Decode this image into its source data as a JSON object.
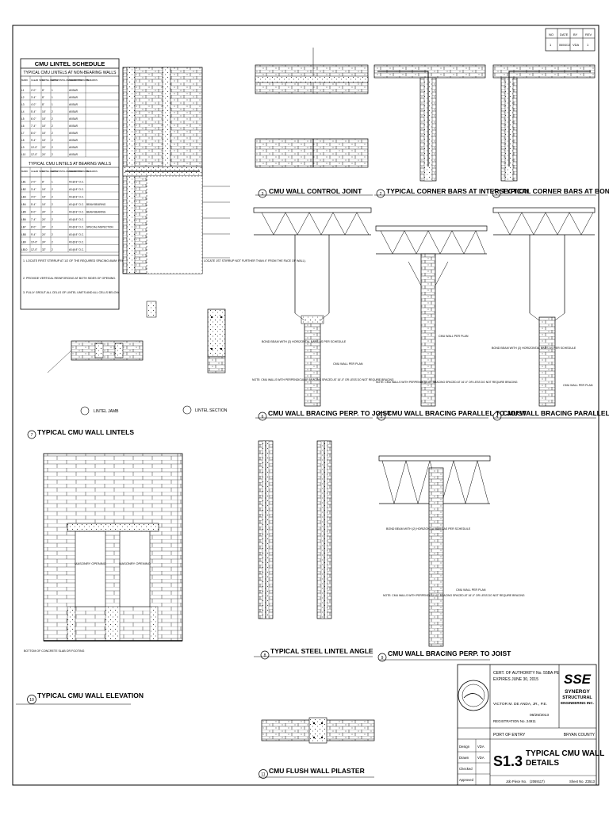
{
  "schedule": {
    "title": "CMU LINTEL SCHEDULE",
    "non_bearing_title": "TYPICAL CMU LINTELS AT NON-BEARING WALLS",
    "bearing_title": "TYPICAL CMU LINTELS AT BEARING WALLS",
    "headers": [
      "MARK",
      "CLEAR SPAN",
      "LINTEL DEPTH",
      "HORIZONTAL REINFORCING",
      "SHEAR STIRRUPS",
      "REMARKS"
    ],
    "non_bearing_rows": [
      [
        "L1",
        "2'-0\"",
        "8\"",
        "1",
        "#5 BAR",
        ""
      ],
      [
        "L2",
        "3'-4\"",
        "8\"",
        "1",
        "#5 BAR",
        ""
      ],
      [
        "L3",
        "4'-0\"",
        "8\"",
        "1",
        "#5 BAR",
        ""
      ],
      [
        "L4",
        "5'-4\"",
        "16\"",
        "2",
        "#5 BAR",
        ""
      ],
      [
        "L5",
        "6'-0\"",
        "16\"",
        "2",
        "#5 BAR",
        ""
      ],
      [
        "L6",
        "7'-4\"",
        "16\"",
        "2",
        "#5 BAR",
        ""
      ],
      [
        "L7",
        "8'-0\"",
        "16\"",
        "2",
        "#5 BAR",
        ""
      ],
      [
        "L8",
        "9'-4\"",
        "16\"",
        "2",
        "#5 BAR",
        ""
      ],
      [
        "L9",
        "10'-0\"",
        "24\"",
        "2",
        "#5 BAR",
        ""
      ],
      [
        "L10",
        "12'-0\"",
        "24\"",
        "2",
        "#5 BAR",
        ""
      ]
    ],
    "bearing_rows": [
      [
        "LB1",
        "2'-0\"",
        "8\"",
        "1",
        "#3 @ 8\" O.C.",
        ""
      ],
      [
        "LB2",
        "3'-4\"",
        "16\"",
        "2",
        "#3 @ 8\" O.C.",
        ""
      ],
      [
        "LB3",
        "4'-0\"",
        "16\"",
        "2",
        "#3 @ 8\" O.C.",
        ""
      ],
      [
        "LB4",
        "5'-4\"",
        "16\"",
        "2",
        "#3 @ 8\" O.C.",
        "BEAM BEARING"
      ],
      [
        "LB5",
        "6'-0\"",
        "24\"",
        "2",
        "#3 @ 8\" O.C.",
        "BEAM BEARING"
      ],
      [
        "LB6",
        "7'-4\"",
        "24\"",
        "2",
        "#3 @ 8\" O.C.",
        ""
      ],
      [
        "LB7",
        "8'-0\"",
        "24\"",
        "2",
        "#3 @ 8\" O.C.",
        "SPECIAL INSPECTION"
      ],
      [
        "LB8",
        "9'-4\"",
        "24\"",
        "2",
        "#3 @ 8\" O.C.",
        ""
      ],
      [
        "LB9",
        "10'-0\"",
        "24\"",
        "2",
        "#3 @ 8\" O.C.",
        ""
      ],
      [
        "LB10",
        "12'-0\"",
        "32\"",
        "2",
        "#3 @ 8\" O.C.",
        ""
      ]
    ],
    "notes": [
      "1. LOCATE FIRST STIRRUP AT 1/2 OF THE REQUIRED SPACING AWAY FROM THE FACE OF WALL SUPPORT (I.E. AT 8\" O.C. SPACING, LOCATE 1ST STIRRUP NOT FURTHER THAN 4\" FROM THE FACE OF WALL).",
      "2. PROVIDE VERTICAL REINFORCING AT BOTH SIDES OF OPENING.",
      "3. FULLY GROUT ALL CELLS OF LINTEL UNITS AND ALL CELLS BELOW."
    ]
  },
  "details": {
    "d1": {
      "num": "1",
      "title": "TYPICAL CORNER BARS AT BOND BEAMS"
    },
    "d2": {
      "num": "2",
      "title": "TYPICAL CORNER BARS AT INTERSECTION"
    },
    "d3": {
      "num": "3",
      "title": "CMU WALL CONTROL JOINT"
    },
    "d4": {
      "num": "4",
      "title": "CMU WALL BRACING PARALLEL TO JOIST"
    },
    "d5": {
      "num": "5",
      "title": "CMU WALL BRACING PARALLEL TO JOIST"
    },
    "d6": {
      "num": "6",
      "title": "CMU WALL BRACING PERP. TO JOIST"
    },
    "d7": {
      "num": "7",
      "title": "TYPICAL CMU WALL LINTELS"
    },
    "d8": {
      "num": "8",
      "title": "TYPICAL STEEL LINTEL ANGLE"
    },
    "d9": {
      "num": "9",
      "title": "CMU WALL BRACING PERP. TO JOIST"
    },
    "d10": {
      "num": "10",
      "title": "TYPICAL CMU WALL ELEVATION"
    },
    "d11": {
      "num": "11",
      "title": "CMU FLUSH WALL PILASTER"
    },
    "lintel_jamb": "LINTEL JAMB",
    "lintel_section": "LINTEL SECTION"
  },
  "notes": {
    "bond_beam": "BOND BEAM WITH (2) HORIZONTAL BARS AS PER SCHEDULE",
    "cmu_wall_per_plan": "CMU WALL PER PLAN",
    "masonry_opening_1": "MASONRY OPENING",
    "masonry_opening_2": "MASONRY OPENING",
    "footing": "BOTTOM OF CONCRETE SLAB OR FOOTING",
    "bracing_note": "NOTE: CMU WALLS WITH PERPENDICULAR BRACING SPACED AT 16'-0\" OR LESS DO NOT REQUIRE BRACING"
  },
  "titleblock": {
    "cert_line1": "CERT. OF AUTHORITY No. 55BA PE",
    "cert_line2": "EXPIRES JUNE 30, 2015",
    "engineer": "VICTOR M. DE ANDA, JR., P.E.",
    "reg_no": "REGISTRATION No. 24911",
    "date": "06/25/2013",
    "logo": "SSE",
    "firm_line1": "SYNERGY",
    "firm_line2": "STRUCTURAL",
    "firm_line3": "ENGINEERING INC.",
    "project": "PORT OF ENTRY",
    "county": "BRYAN COUNTY",
    "design_label": "Design",
    "design_value": "VDA",
    "drawn_label": "Drawn",
    "drawn_value": "VDA",
    "checked_label": "Checked",
    "approved_label": "Approved",
    "sheet": "S1.3",
    "sheet_title1": "TYPICAL CMU WALL",
    "sheet_title2": "DETAILS",
    "job_label": "Job Piece No.",
    "job_value": "(2069117)",
    "sheet_label": "Sheet No.",
    "sheet_no": "Z3513"
  },
  "revision": {
    "headers": [
      "NO",
      "DATE",
      "BY",
      "REV"
    ],
    "row": [
      "1",
      "06/04/13",
      "VDA",
      "1"
    ]
  }
}
